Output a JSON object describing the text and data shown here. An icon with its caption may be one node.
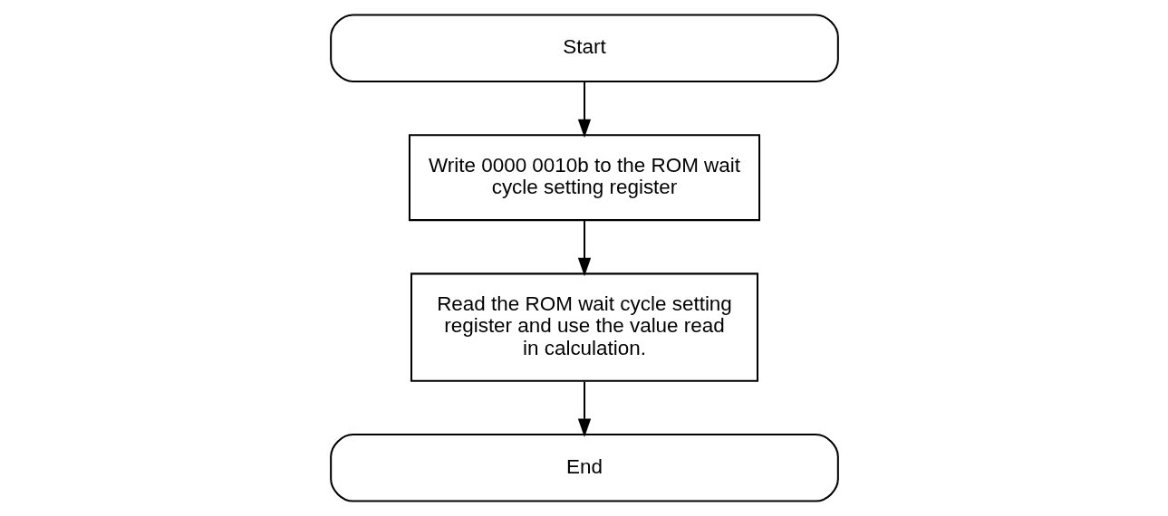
{
  "diagram": {
    "nodes": [
      {
        "text": [
          "Start"
        ]
      },
      {
        "text": [
          "Write 0000 0010b to the ROM wait cycle setting register"
        ]
      },
      {
        "text": [
          "Read the ROM wait cycle setting register and use the value read in calculation."
        ]
      },
      {
        "text": [
          "End"
        ]
      }
    ],
    "edges": [
      {
        "from": 0,
        "to": 1,
        "arrow": "to"
      },
      {
        "from": 1,
        "to": 2,
        "arrow": "to"
      },
      {
        "from": 2,
        "to": 3,
        "arrow": "to"
      }
    ]
  }
}
